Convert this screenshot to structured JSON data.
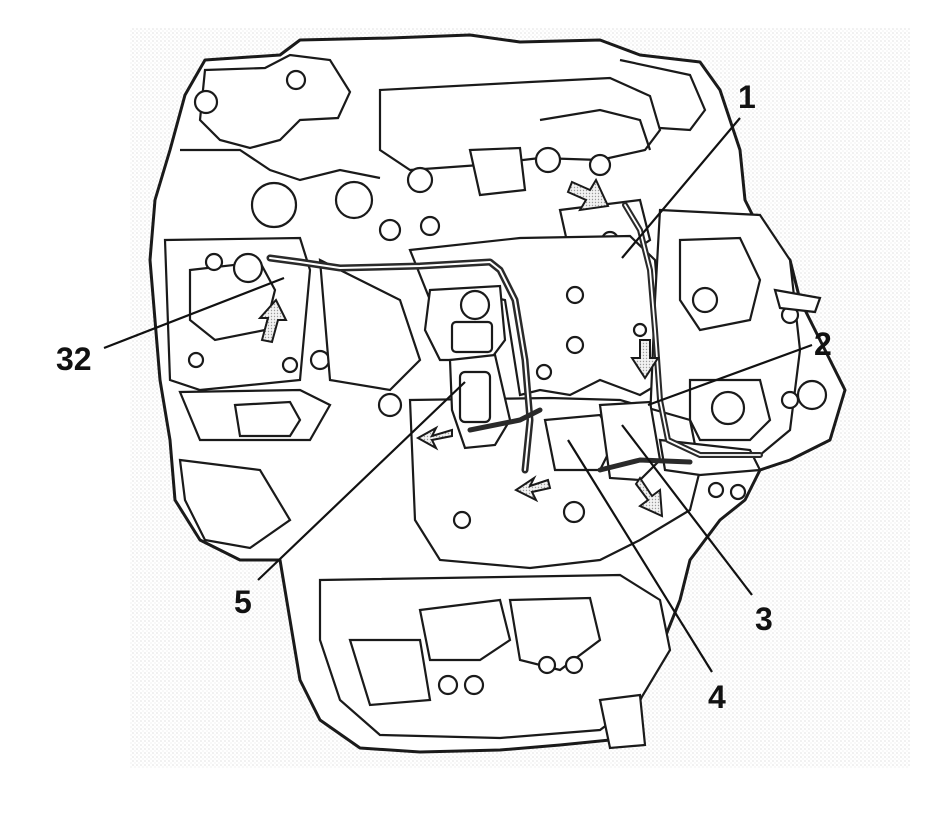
{
  "diagram": {
    "callouts": [
      {
        "id": "1",
        "label": "1"
      },
      {
        "id": "2",
        "label": "2"
      },
      {
        "id": "3",
        "label": "3"
      },
      {
        "id": "4",
        "label": "4"
      },
      {
        "id": "5",
        "label": "5"
      },
      {
        "id": "32",
        "label": "32"
      }
    ],
    "colors": {
      "background": "#ffffff",
      "linework": "#1a1a1a",
      "stipple": "#cfcfcf",
      "harness": "#2a2a2a"
    }
  }
}
